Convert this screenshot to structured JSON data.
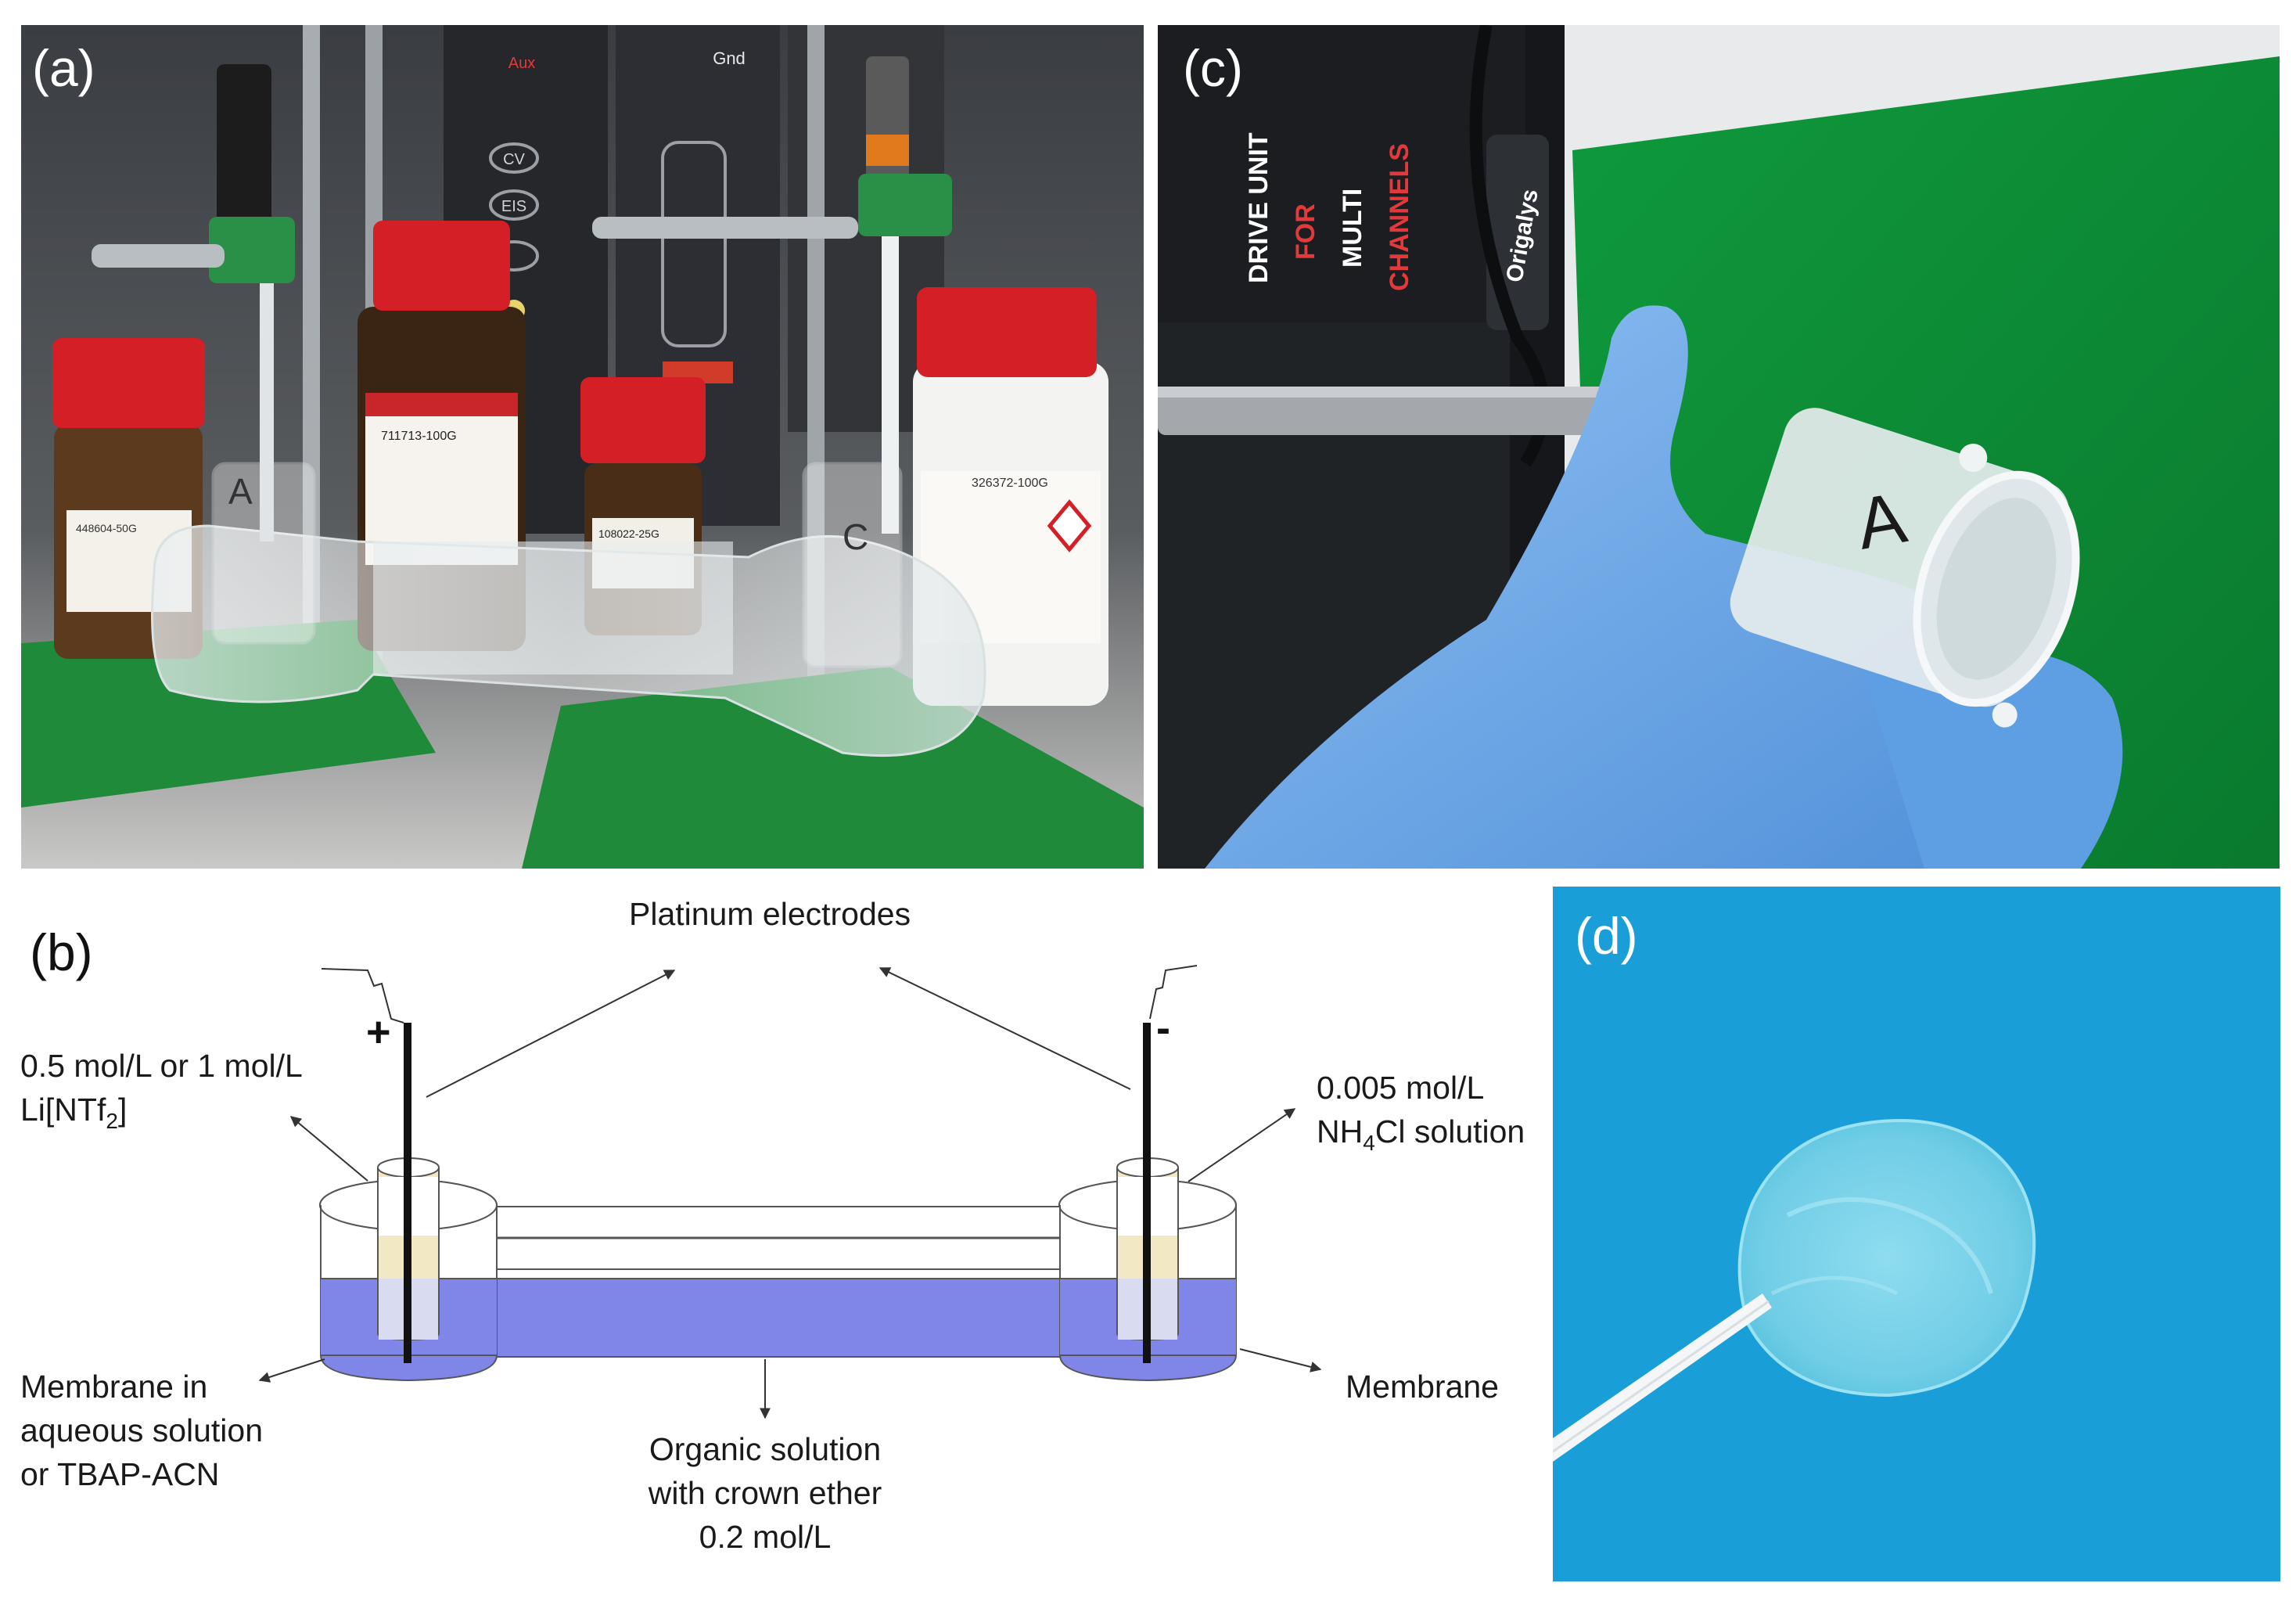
{
  "panels": {
    "a": {
      "label": "(a)"
    },
    "b": {
      "label": "(b)"
    },
    "c": {
      "label": "(c)"
    },
    "d": {
      "label": "(d)"
    }
  },
  "photo_a": {
    "bottle_labels": [
      "711713-100G",
      "326372-100G",
      "448604-50G",
      "108022-25G"
    ],
    "device_labels": [
      "CV",
      "EIS",
      "Gnd",
      "Aux"
    ],
    "cell_letters": [
      "A",
      "C"
    ]
  },
  "photo_c": {
    "device_text": [
      "DRIVE UNIT",
      "FOR",
      "MULTI",
      "CHANNELS"
    ],
    "brand": "Origalys",
    "cell_letter": "A"
  },
  "diagram_b": {
    "top_label": "Platinum electrodes",
    "plus_sign": "+",
    "minus_sign": "-",
    "left_top": {
      "line1": "0.5 mol/L or 1 mol/L",
      "line2_prefix": "Li[NTf",
      "line2_sub": "2",
      "line2_suffix": "]"
    },
    "right_top": {
      "line1": "0.005 mol/L",
      "line2_prefix": "NH",
      "line2_sub": "4",
      "line2_suffix": "Cl solution"
    },
    "left_bottom": {
      "line1": "Membrane in",
      "line2": "aqueous solution",
      "line3": "or TBAP-ACN"
    },
    "right_bottom": "Membrane",
    "bottom_center": {
      "line1": "Organic solution",
      "line2": "with crown ether",
      "line3": "0.2 mol/L"
    }
  },
  "colors": {
    "green_base": "#1f8a3a",
    "bottle_cap_red": "#d41f26",
    "glove_blue": "#6aa8e8",
    "solution_blue": "#7f86e8",
    "electrolyte_beige": "#f2e8c4",
    "mat_blue": "#1a9ed8"
  }
}
